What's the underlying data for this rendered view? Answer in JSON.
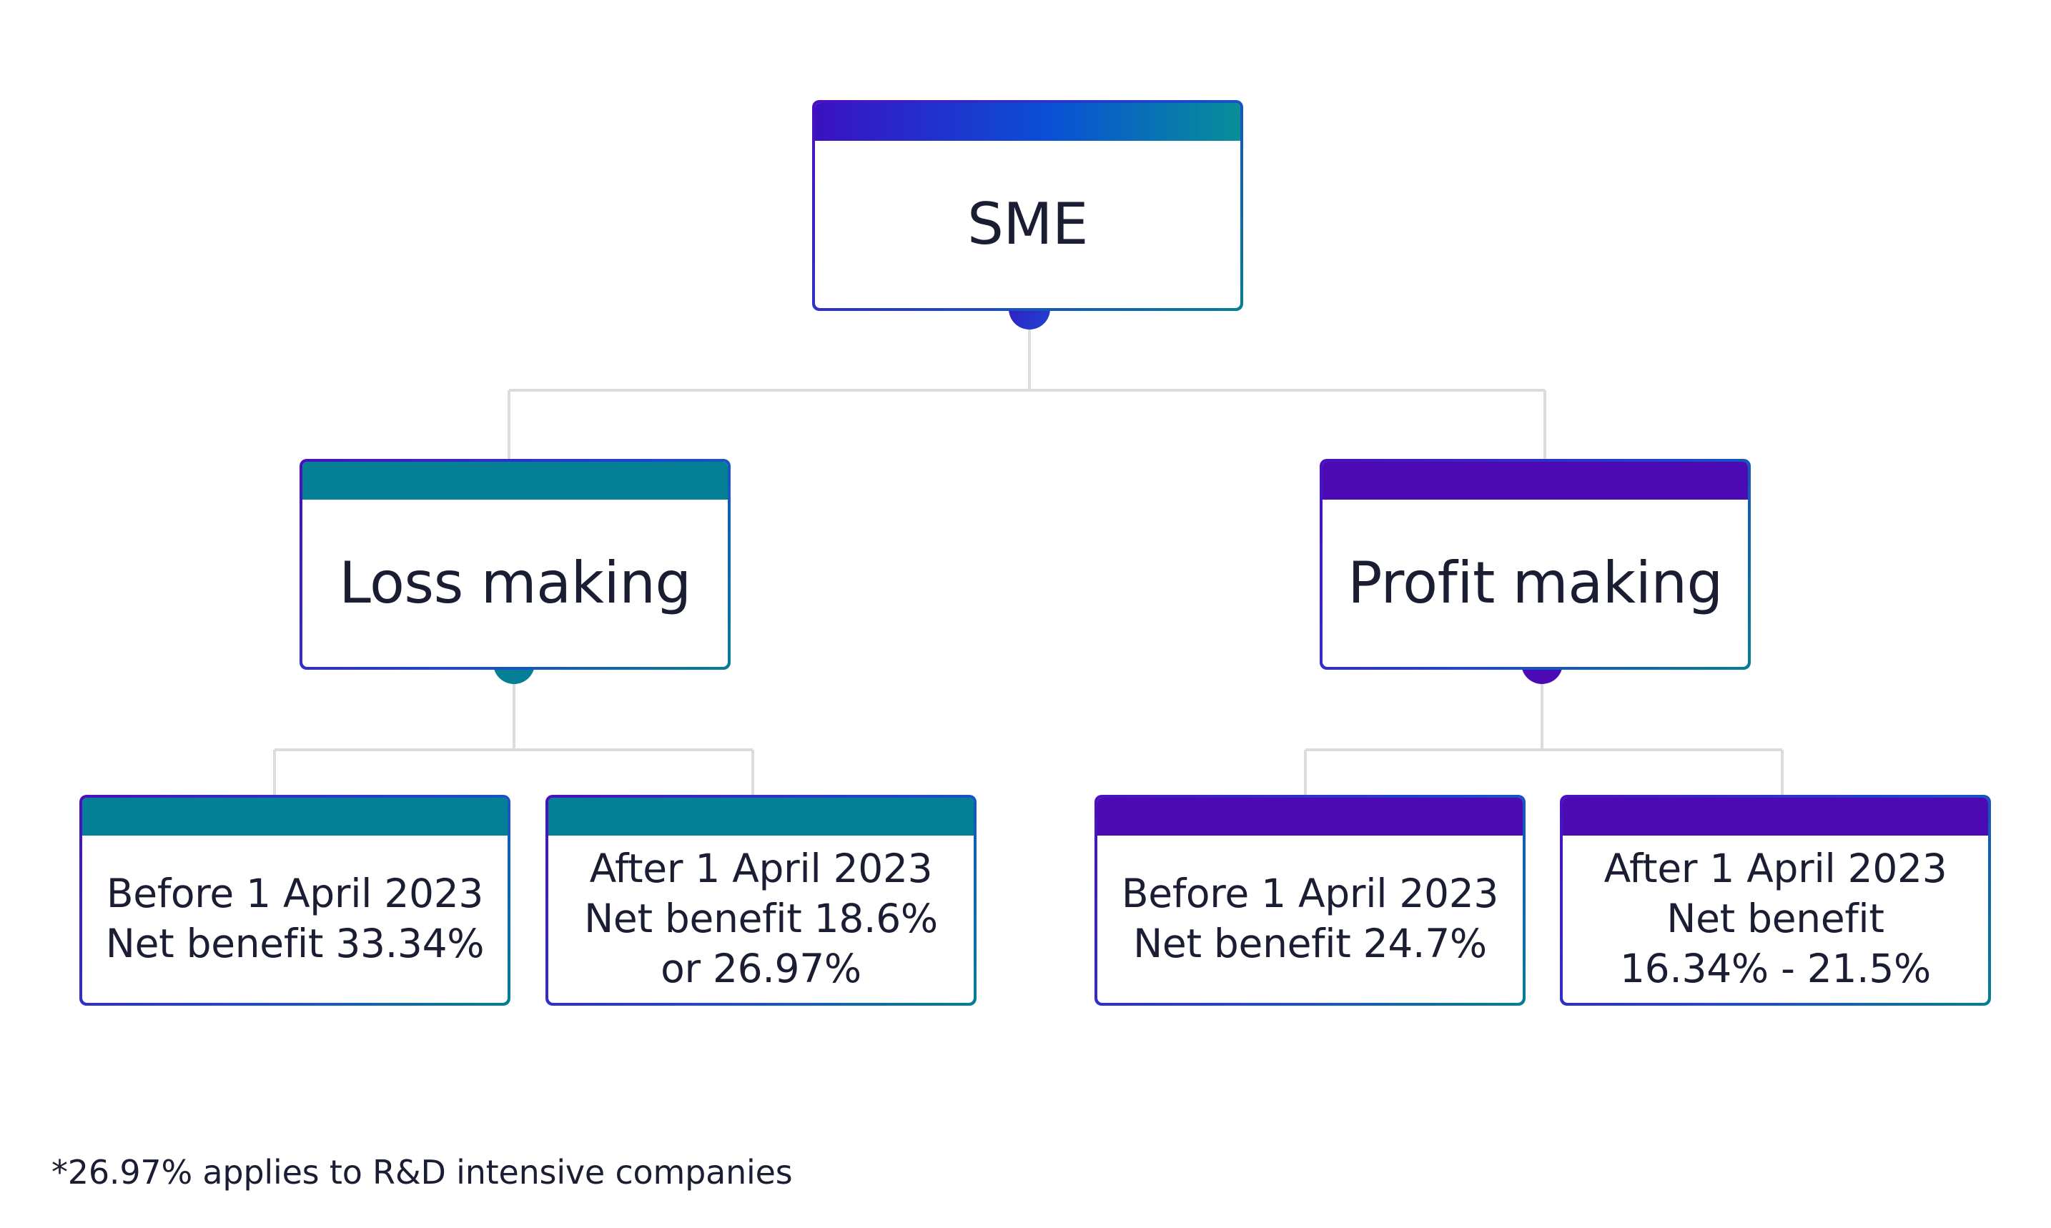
{
  "colors": {
    "teal": "#047f95",
    "purple": "#4b0ab4",
    "gradient_start": "#3a12c0",
    "gradient_mid": "#0a4fd6",
    "gradient_end": "#078f98",
    "connector_line": "#dcdcdc",
    "text": "#1b1d33"
  },
  "root": {
    "title": "SME"
  },
  "loss": {
    "title": "Loss making",
    "before": "Before 1 April 2023\nNet benefit 33.34%",
    "after": "After 1 April 2023\nNet benefit 18.6%\nor 26.97%"
  },
  "profit": {
    "title": "Profit making",
    "before": "Before 1 April 2023\nNet benefit 24.7%",
    "after": "After 1 April 2023\nNet benefit\n16.34% - 21.5%"
  },
  "footnote": "*26.97% applies to R&D intensive companies"
}
